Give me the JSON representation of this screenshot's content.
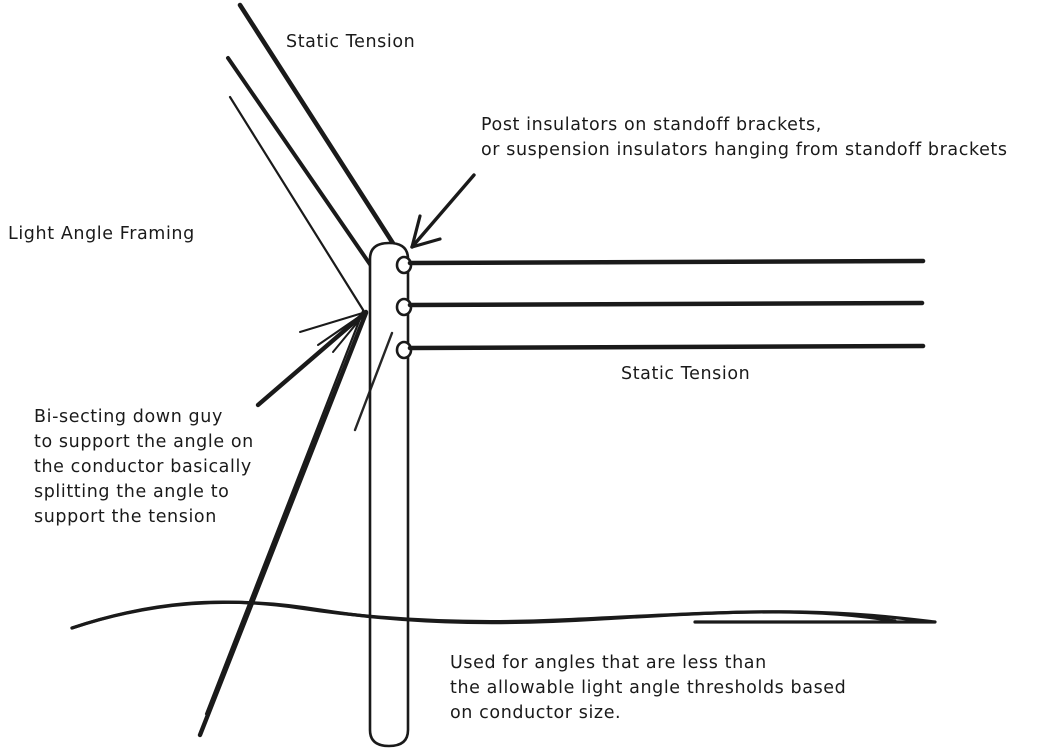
{
  "diagram": {
    "title": "Light Angle Framing transmission pole sketch",
    "style": "hand-drawn line sketch",
    "stroke_color": "#1a1a1a",
    "background_color": "#ffffff",
    "labels": {
      "static_tension_top": "Static Tension",
      "light_angle_framing": "Light Angle Framing",
      "insulators_note": "Post insulators on standoff brackets,\nor suspension insulators hanging from standoff brackets",
      "static_tension_right": "Static Tension",
      "down_guy_note": "Bi-secting down guy\nto support the angle on\nthe conductor basically\nsplitting the angle to\nsupport the tension",
      "threshold_note": "Used for angles that are less than\nthe allowable light angle thresholds based\non conductor size."
    },
    "elements": {
      "pole": "vertical rounded rectangle pole",
      "insulator_count": 3,
      "incoming_conductors": 3,
      "outgoing_conductors": 3,
      "down_guys": 2,
      "ground_line": "wavy ground profile"
    }
  }
}
